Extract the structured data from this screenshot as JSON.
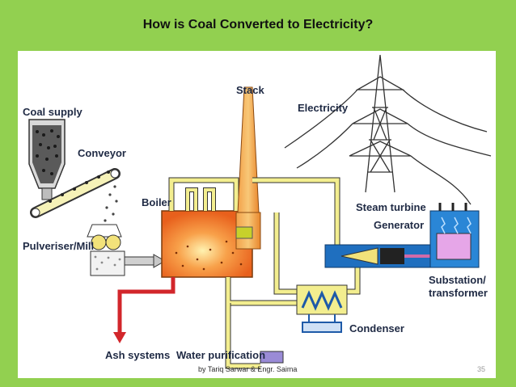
{
  "slide": {
    "title": "How is Coal Converted to Electricity?",
    "footer": "by Tariq Sarwar &  Engr. Saima",
    "page_number": "35"
  },
  "diagram": {
    "labels": {
      "coal_supply": "Coal supply",
      "conveyor": "Conveyor",
      "boiler": "Boiler",
      "pulveriser": "Pulveriser/Mill",
      "stack": "Stack",
      "electricity": "Electricity",
      "steam_turbine": "Steam turbine",
      "generator": "Generator",
      "substation_line1": "Substation/",
      "substation_line2": "transformer",
      "condenser": "Condenser",
      "ash_systems": "Ash systems",
      "water_purification": "Water purification"
    }
  },
  "colors": {
    "background": "#92d050",
    "panel": "#ffffff",
    "boiler": "#f07a2a",
    "pipe_yellow": "#f3ee8f",
    "turbine_blue": "#1f6fbf",
    "ash_red": "#d2262b",
    "label": "#1f2a44"
  }
}
